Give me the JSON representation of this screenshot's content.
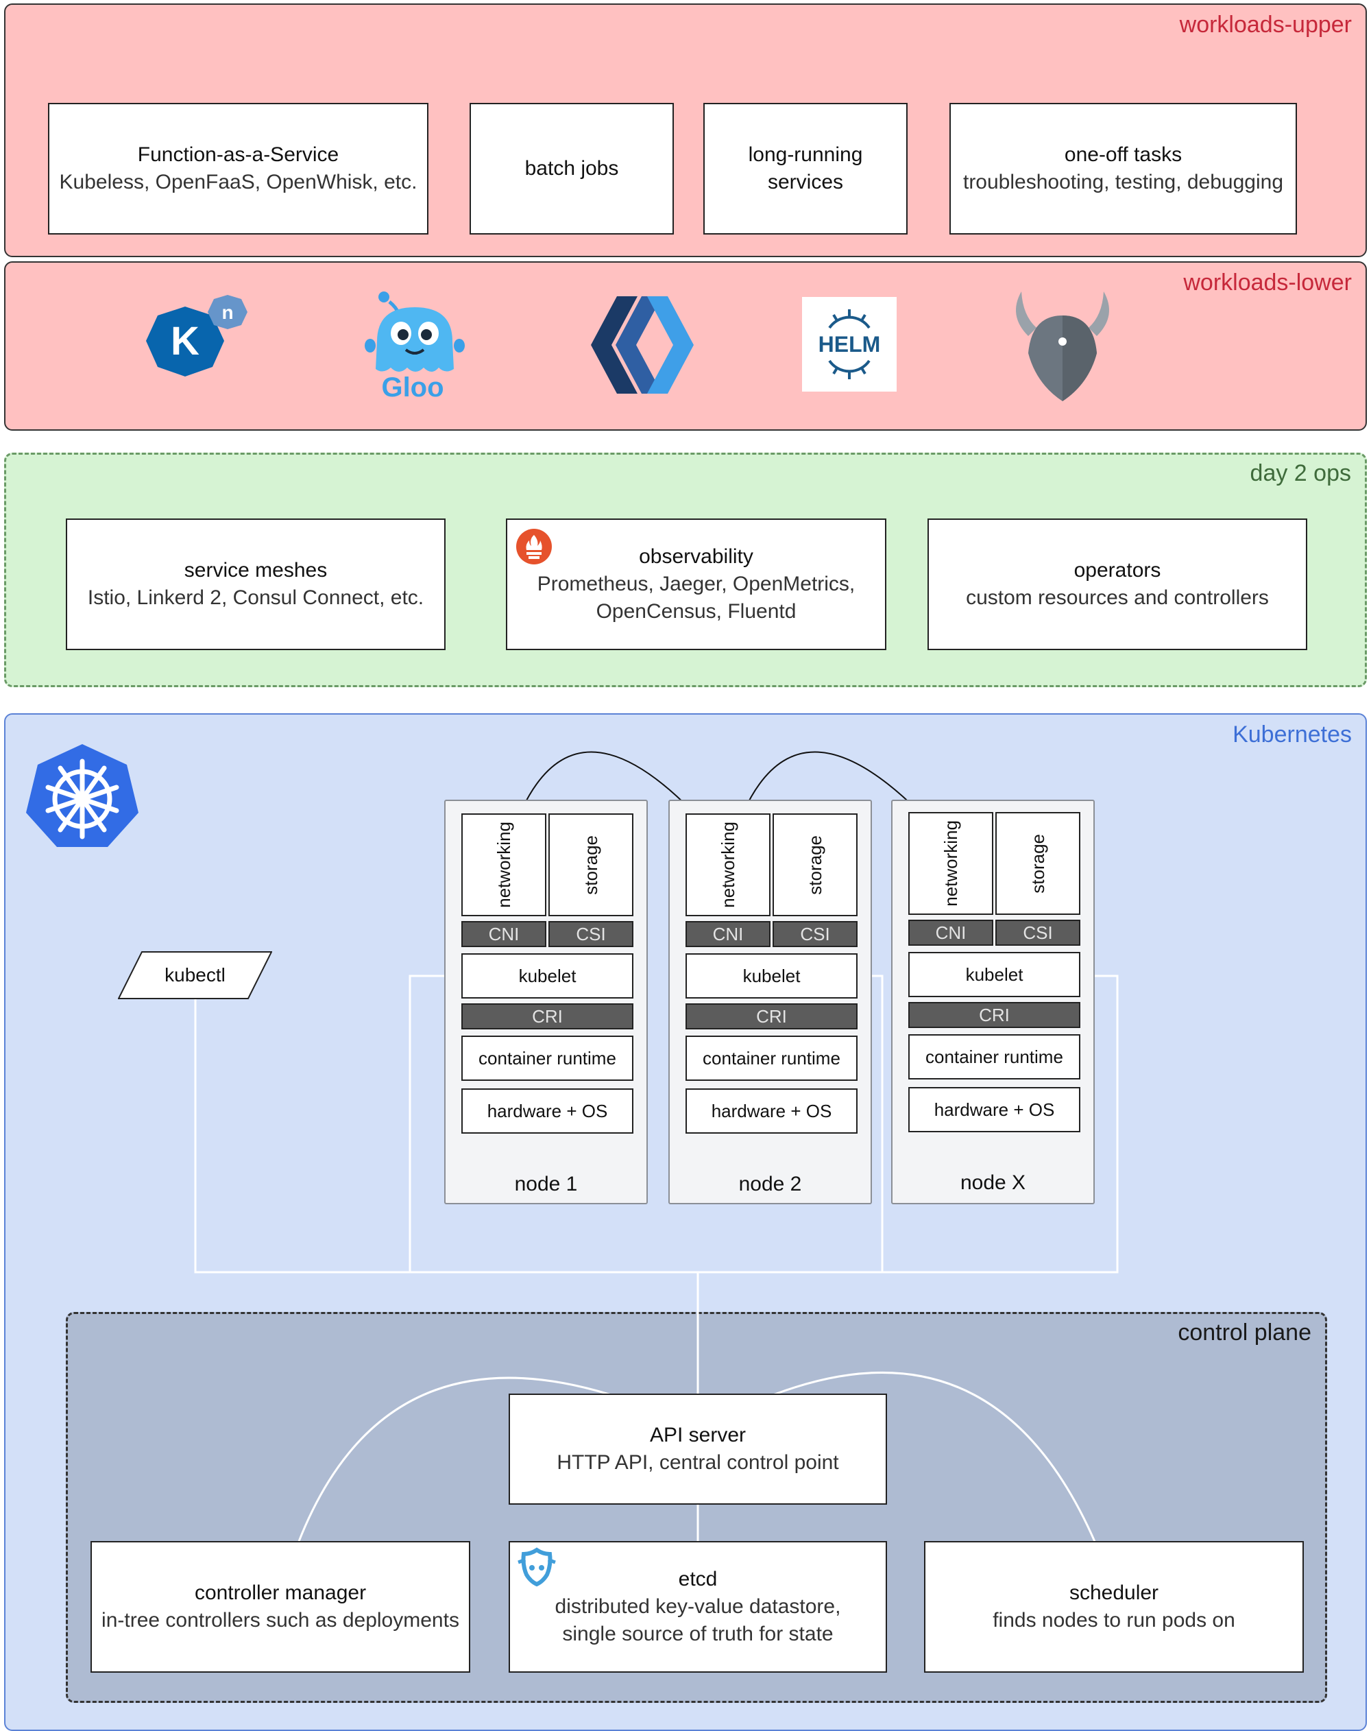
{
  "layers": {
    "workloads_upper": "workloads-upper",
    "workloads_lower": "workloads-lower",
    "day2": "day 2 ops",
    "kubernetes": "Kubernetes",
    "control_plane": "control plane"
  },
  "workloads": [
    {
      "title": "Function-as-a-Service",
      "subtitle": "Kubeless, OpenFaaS, OpenWhisk, etc."
    },
    {
      "title": "batch jobs",
      "subtitle": ""
    },
    {
      "title": "long-running",
      "subtitle": "services"
    },
    {
      "title": "one-off tasks",
      "subtitle": "troubleshooting, testing, debugging"
    }
  ],
  "logos": {
    "knative_letter": "K",
    "knative_badge": "n",
    "gloo": "Gloo",
    "helm": "HELM"
  },
  "day2_ops": [
    {
      "title": "service meshes",
      "subtitle": "Istio, Linkerd 2, Consul Connect, etc."
    },
    {
      "title": "observability",
      "subtitle": "Prometheus, Jaeger, OpenMetrics,",
      "subtitle2": "OpenCensus, Fluentd"
    },
    {
      "title": "operators",
      "subtitle": "custom resources and controllers"
    }
  ],
  "kubectl": "kubectl",
  "node_parts": {
    "networking": "networking",
    "storage": "storage",
    "cni": "CNI",
    "csi": "CSI",
    "kubelet": "kubelet",
    "cri": "CRI",
    "runtime": "container runtime",
    "hw": "hardware + OS"
  },
  "nodes": [
    "node 1",
    "node 2",
    "node X"
  ],
  "control_plane": {
    "api": {
      "title": "API server",
      "subtitle": "HTTP API, central control point"
    },
    "controller": {
      "title": "controller manager",
      "subtitle": "in-tree controllers such as deployments"
    },
    "etcd": {
      "title": "etcd",
      "subtitle": "distributed key-value datastore,",
      "subtitle2": "single source of truth for state"
    },
    "scheduler": {
      "title": "scheduler",
      "subtitle": "finds nodes to run pods on"
    }
  },
  "colors": {
    "pink": "#ffc1c1",
    "green": "#d6f3d3",
    "blue": "#d3e0f8",
    "control": "#aebbd2",
    "label_red": "#c6283a",
    "label_green": "#3f6b3b",
    "label_blue": "#3d6fd6"
  }
}
